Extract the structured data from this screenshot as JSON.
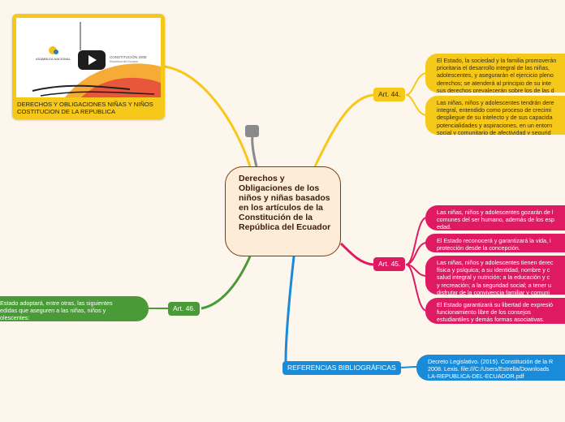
{
  "central": {
    "title": "Derechos y Obligaciones de los niños y niñas basados en los artículos de la Constitución de la República del Ecuador"
  },
  "video": {
    "caption": "DERECHOS Y OBLIGACIONES NIÑAS Y NIÑOS COSTITUCION DE LA REPUBLICA",
    "thumb_logo_text": "ASAMBLEA NACIONAL",
    "thumb_title_text": "CONSTITUCIÓN 2008",
    "thumb_sub_text": "República del Ecuador"
  },
  "branches": {
    "art44": {
      "label": "Art. 44.",
      "color": "#f6c81a",
      "items": [
        "El Estado, la sociedad y la familia promoverán\nprioritaria el desarrollo integral de las niñas,\nadolescentes, y asegurarán el ejercicio pleno\nderechos; se atenderá al principio de su inte\nsus derechos prevalecerán sobre los de las d",
        "Las niñas, niños y adolescentes tendrán dere\nintegral, entendido como proceso de crecimi\ndespliegue de su intelecto y de sus capacida\npotencialidades y aspiraciones, en un entorn\nsocial y comunitario de afectividad y segurid"
      ]
    },
    "art45": {
      "label": "Art. 45.",
      "color": "#e01a62",
      "items": [
        "Las niñas, niños y adolescentes gozarán de l\ncomunes del ser humano, además de los esp\nedad.",
        "El Estado reconocerá y garantizará la vida, i\nprotección desde la concepción.",
        "Las niñas, niños y adolescentes tienen derec\nfísica y psíquica; a su identidad, nombre y c\nsalud integral y nutrición; a la educación y c\ny recreación; a la seguridad social; a tener u\ndisfrutar de la convivencia familiar y comuni",
        "El Estado garantizará su libertad de expresió\nfuncionamiento libre de los consejos\nestudiantiles y demás formas asociativas."
      ]
    },
    "art46": {
      "label": "Art. 46.",
      "color": "#4a9a38",
      "items": [
        "Estado adoptará, entre otras, las siguientes\nedidas que aseguren a las niñas, niños y\nolescentes:"
      ]
    },
    "refs": {
      "label": "REFERENCIAS BIBLIOGRÁFICAS",
      "color": "#1a8bd8",
      "items": [
        "Decreto Legislativo. (2015). Constitución de la R\n2008. Lexis. file:///C:/Users/Estrella/Downloads\nLA-REPUBLICA-DEL-ECUADOR.pdf"
      ]
    }
  }
}
